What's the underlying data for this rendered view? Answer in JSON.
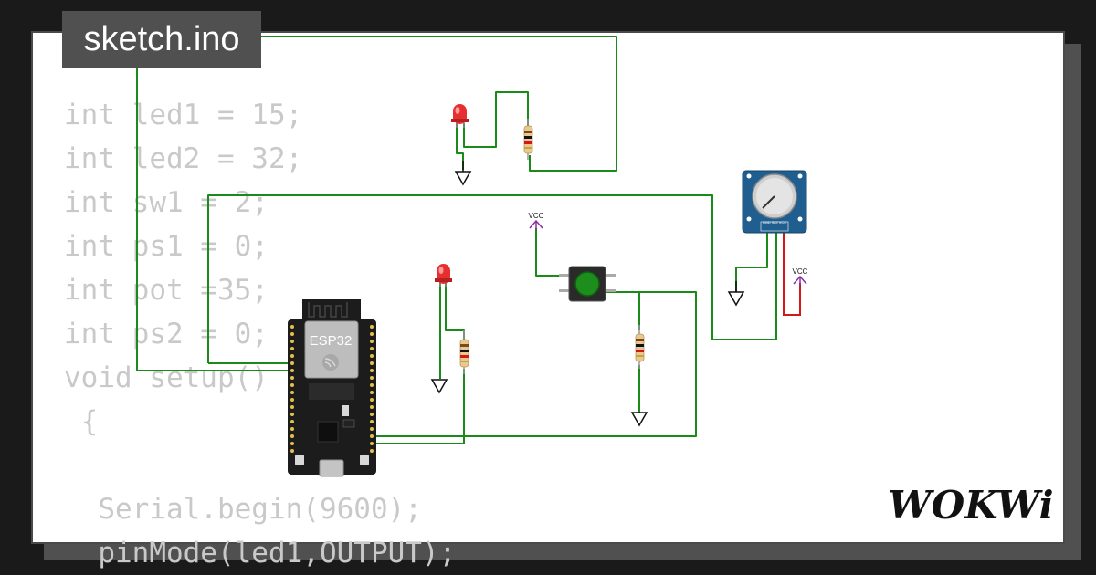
{
  "file_tab": {
    "label": "sketch.ino"
  },
  "code_lines": [
    "int led1 = 15;",
    "int led2 = 32;",
    "int sw1 = 2;",
    "int ps1 = 0;",
    "int pot =35;",
    "int ps2 = 0;",
    "void setup()",
    " {",
    "",
    "  Serial.begin(9600);",
    "  pinMode(led1,OUTPUT);"
  ],
  "components": {
    "esp32_label": "ESP32",
    "vcc_button_label": "VCC",
    "vcc_pot_label": "VCC",
    "pot_pin_labels": "GND SIG VCC"
  },
  "brand": {
    "logo_text": "WOKWi"
  },
  "colors": {
    "wire_green": "#1a8a1a",
    "wire_red": "#d41818",
    "led_red": "#e63030",
    "board": "#1c1c1c",
    "pot_blue": "#1f5e8f",
    "tag_bg": "#505050"
  }
}
